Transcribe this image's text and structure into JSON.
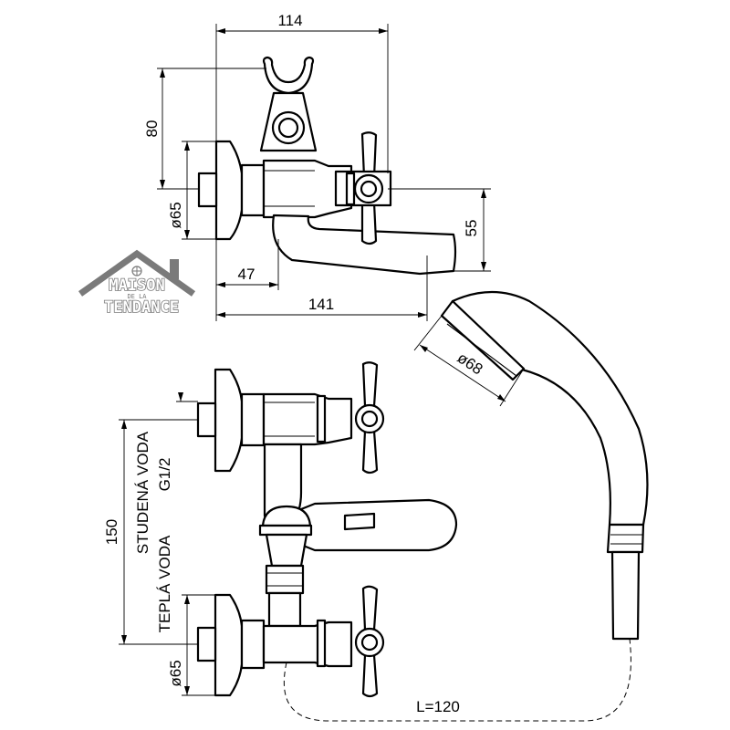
{
  "logo": {
    "line1": "MAISON",
    "line2": "DE LA",
    "line3": "TENDANCE",
    "color": "#7a7a7a"
  },
  "top_view": {
    "dim_width_top": "114",
    "dim_height_holder": "80",
    "dim_flange": "ø65",
    "dim_spout_height": "55",
    "dim_offset": "47",
    "dim_total_length": "141"
  },
  "front_view": {
    "label_cold": "STUDENÁ VODA",
    "label_thread": "G1/2",
    "label_hot": "TEPLÁ VODA",
    "dim_spacing": "150",
    "dim_flange": "ø65",
    "dim_hose_length": "L=120",
    "dim_shower_head": "ø68"
  }
}
